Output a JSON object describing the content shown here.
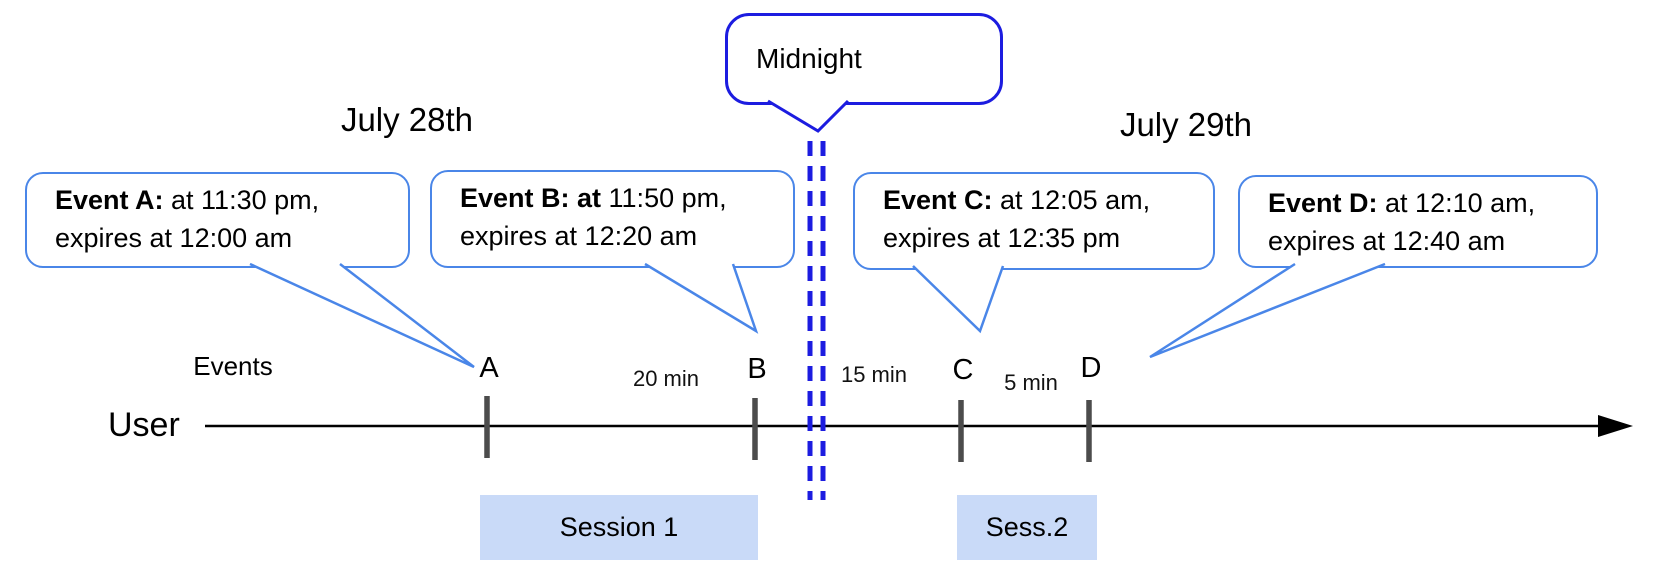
{
  "headers": {
    "left_date": "July 28th",
    "right_date": "July 29th"
  },
  "midnight": {
    "label": "Midnight"
  },
  "event_bubbles": [
    {
      "bold": "Event A:",
      "rest": " at 11:30 pm,",
      "line2": "expires at 12:00 am"
    },
    {
      "bold": "Event B: at",
      "rest": " 11:50 pm,",
      "line2": "expires at 12:20 am"
    },
    {
      "bold": "Event C:",
      "rest": " at 12:05 am,",
      "line2": "expires at 12:35 pm"
    },
    {
      "bold": "Event D:",
      "rest": " at 12:10 am,",
      "line2": "expires at 12:40 am"
    }
  ],
  "timeline": {
    "events_label": "Events",
    "user_label": "User",
    "ticks": [
      "A",
      "B",
      "C",
      "D"
    ],
    "intervals": [
      "20 min",
      "15 min",
      "5 min"
    ]
  },
  "sessions": [
    {
      "label": "Session 1"
    },
    {
      "label": "Sess.2"
    }
  ],
  "colors": {
    "bubble_border": "#4a86e8",
    "midnight_blue": "#1c1ce0",
    "session_fill": "#c9daf8",
    "tick_gray": "#4c4c4c",
    "axis_black": "#000000"
  }
}
